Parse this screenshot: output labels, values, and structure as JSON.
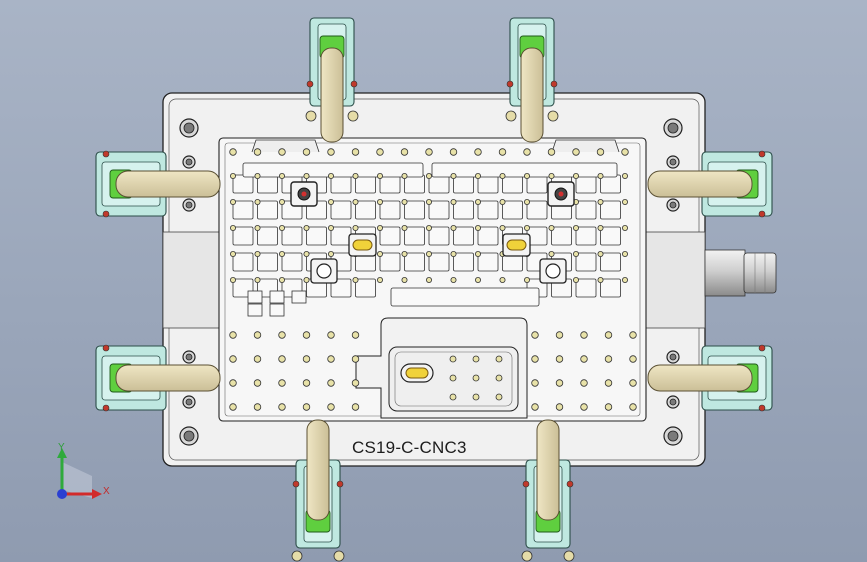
{
  "model": {
    "part_label": "CS19-C-CNC3"
  },
  "triad": {
    "y_label": "Y",
    "x_label": "X",
    "colors": {
      "x": "#d22a2a",
      "y": "#2faa3c",
      "z": "#2a3fd2"
    }
  },
  "colors": {
    "background": "#9aa6ba",
    "plate": "#f0f0f0",
    "clamp_body": "#bfe8e0",
    "clamp_arm": "#dcd2b0",
    "pad": "#5fcf3f",
    "hole_fill": "#e8e2a8"
  }
}
